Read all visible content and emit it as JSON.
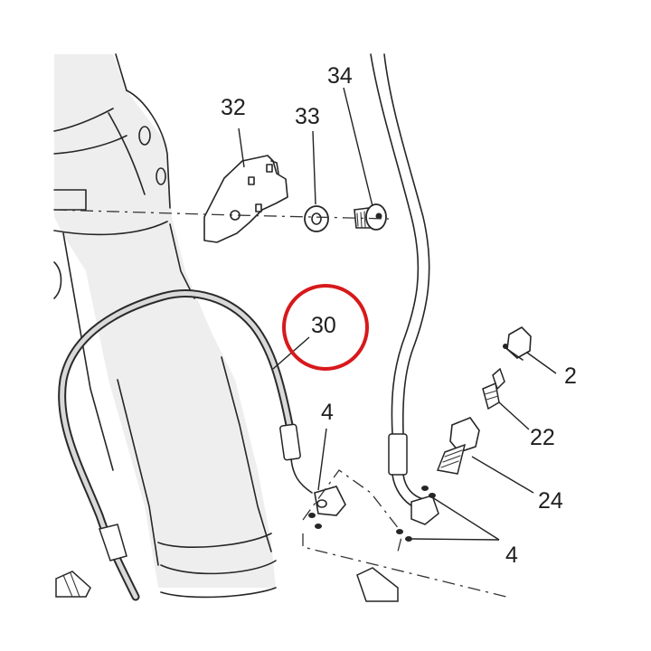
{
  "diagram": {
    "callouts": {
      "c32": "32",
      "c33": "33",
      "c34": "34",
      "c30": "30",
      "c2": "2",
      "c22": "22",
      "c24": "24",
      "c4a": "4",
      "c4b": "4"
    },
    "highlight_color": "#d7191c",
    "line_color": "#262626"
  }
}
